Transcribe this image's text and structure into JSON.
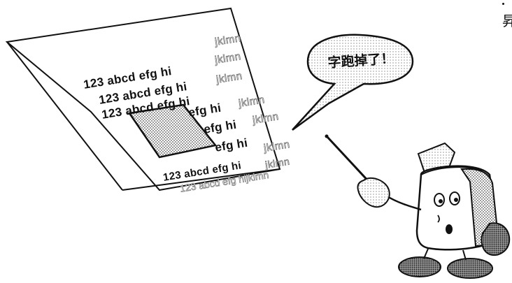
{
  "document": {
    "lines_intact": [
      "123 abcd efg hi",
      "123 abcd efg hi",
      "123 abcd efg hi"
    ],
    "lines_right_fragment": [
      "efg hi",
      "efg hi",
      "efg hi"
    ],
    "ghost_tails": [
      "jklmn",
      "jklmn",
      "jklmn",
      "jklmn",
      "jklmn",
      "jklmn",
      "jklmn"
    ],
    "bottom_line": "123 abcd efg hi",
    "bottom_ghost_line": "123 abcd efg hijklmn"
  },
  "speech_bubble": {
    "text": "字跑掉了！"
  },
  "corner_text": "昇"
}
